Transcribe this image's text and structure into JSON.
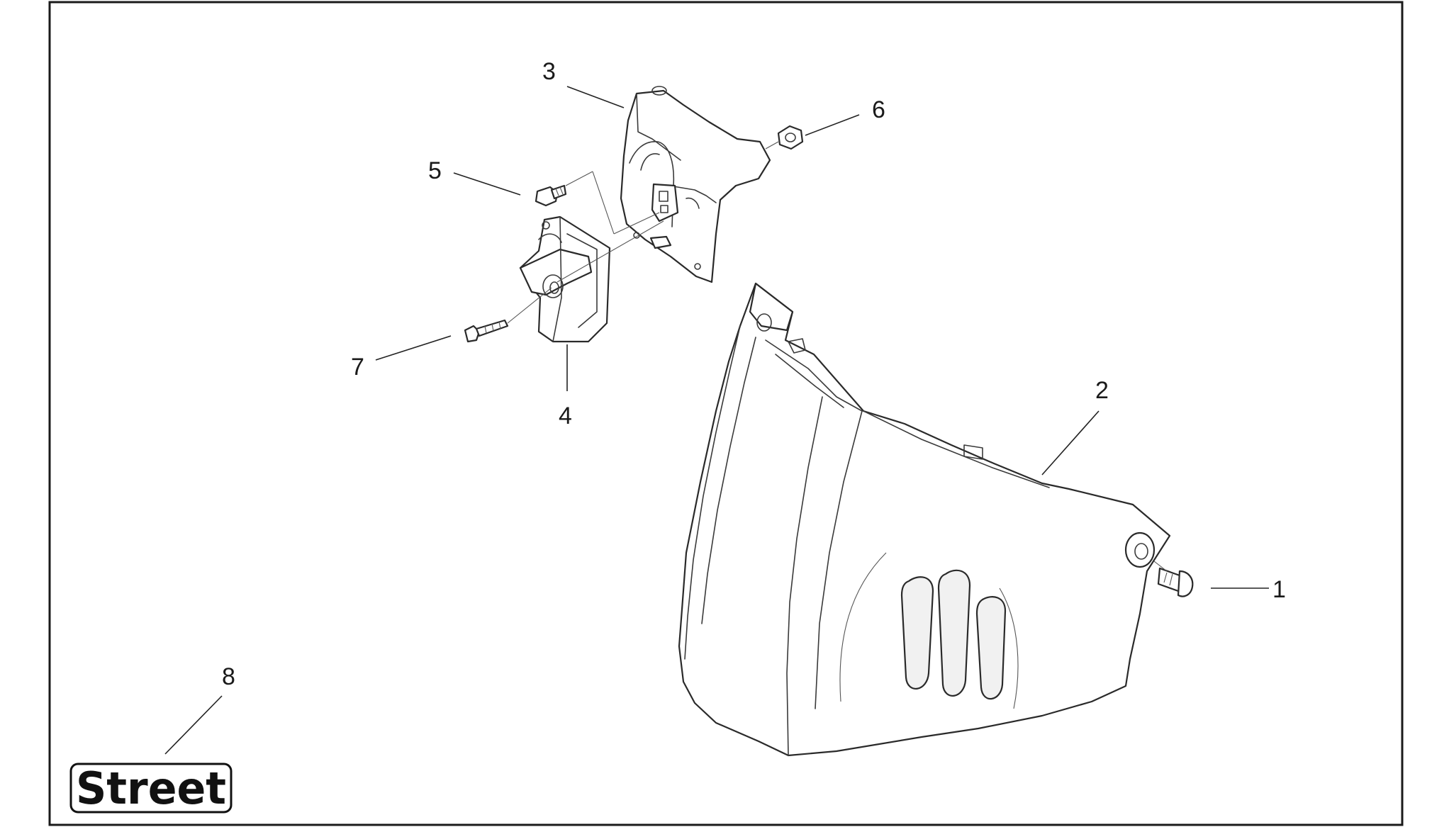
{
  "diagram": {
    "callouts": [
      {
        "id": "1",
        "label": "1"
      },
      {
        "id": "2",
        "label": "2"
      },
      {
        "id": "3",
        "label": "3"
      },
      {
        "id": "4",
        "label": "4"
      },
      {
        "id": "5",
        "label": "5"
      },
      {
        "id": "6",
        "label": "6"
      },
      {
        "id": "7",
        "label": "7"
      },
      {
        "id": "8",
        "label": "8"
      }
    ],
    "badge": {
      "text": "Street"
    }
  }
}
